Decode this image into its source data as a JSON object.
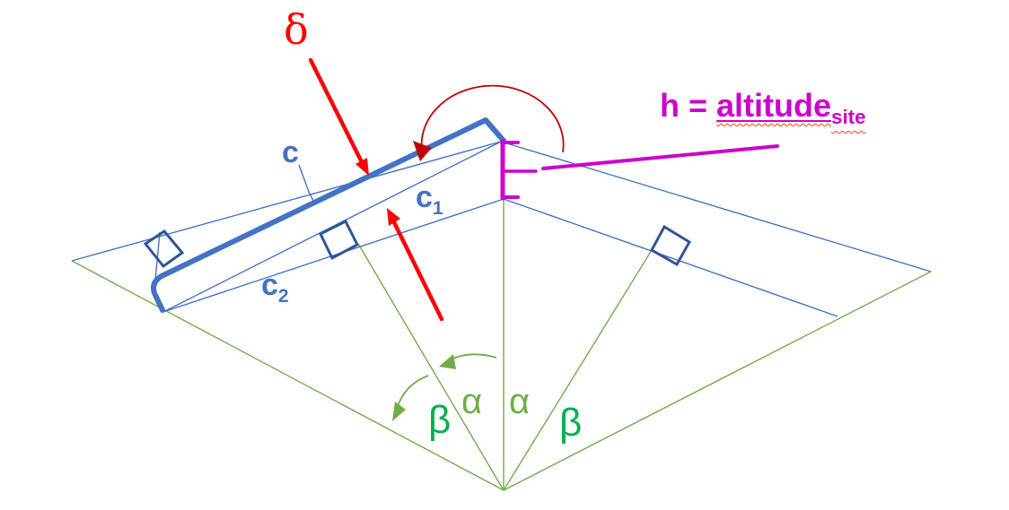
{
  "colors": {
    "green": "#70AD47",
    "green2": "#00B050",
    "blue": "#4472C4",
    "navy": "#2F5597",
    "red": "#FF0000",
    "darkred": "#C00000",
    "magenta": "#CC00CC",
    "squiggle": "#FF3B30"
  },
  "labels": {
    "delta": "δ",
    "c": "c",
    "c1": {
      "base": "c",
      "sub": "1"
    },
    "c2": {
      "base": "c",
      "sub": "2"
    },
    "h": {
      "pre": "h = ",
      "word": "altitude",
      "sub": "site"
    },
    "alpha_left": "α",
    "alpha_right": "α",
    "beta_left": "β",
    "beta_right": "β"
  }
}
